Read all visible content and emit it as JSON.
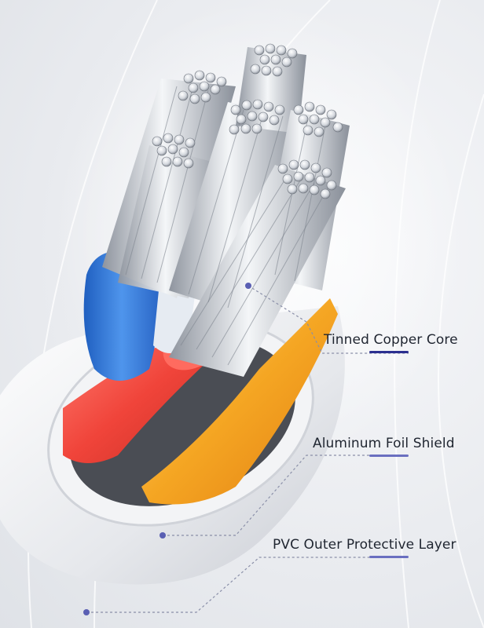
{
  "labels": [
    {
      "text": "Tinned Copper Core"
    },
    {
      "text": "Aluminum Foil Shield"
    },
    {
      "text": "PVC Outer Protective Layer"
    }
  ],
  "colors": {
    "accent_underline": "#2b2f8f",
    "accent_underline_light": "#6a6fc0",
    "leader_line": "#8a8fa8",
    "wire_blue": "#3a7bd5",
    "wire_red": "#f0554a",
    "wire_orange": "#f5a623",
    "jacket": "#f2f3f5"
  }
}
